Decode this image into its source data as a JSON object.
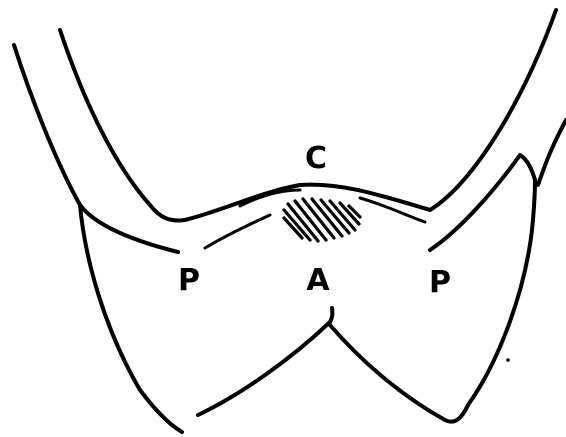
{
  "labels": {
    "top": "C",
    "center": "A",
    "left": "P",
    "right": "P"
  },
  "colors": {
    "ink": "#000000",
    "background": "#ffffff"
  }
}
